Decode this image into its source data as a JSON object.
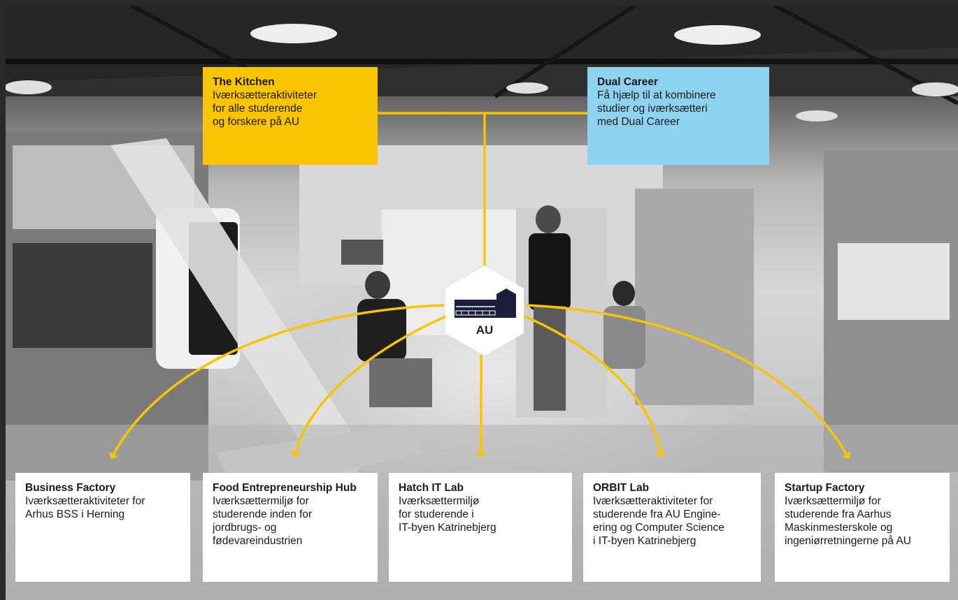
{
  "colors": {
    "yellow": "#f9c400",
    "blue": "#8dd3f0",
    "navy": "#1b1f3b"
  },
  "top_boxes": [
    {
      "title": "The Kitchen",
      "desc": "Iværksætteraktiviteter\nfor alle studerende\nog forskere på AU"
    },
    {
      "title": "Dual Career",
      "desc": "Få hjælp til at kombinere\nstudier og iværksætteri\nmed Dual Career"
    }
  ],
  "hub": {
    "label": "AU",
    "icon": "barn-building-icon"
  },
  "bottom_boxes": [
    {
      "title": "Business Factory",
      "desc": "Iværksætteraktiviteter for\nArhus BSS i Herning"
    },
    {
      "title": "Food Entrepreneurship Hub",
      "desc": "Iværksættermiljø for\nstuderende inden for\njordbrugs- og\nfødevareindustrien"
    },
    {
      "title": "Hatch IT Lab",
      "desc": "Iværksættermiljø\nfor studerende i\nIT-byen Katrinebjerg"
    },
    {
      "title": "ORBIT Lab",
      "desc": "Iværksætteraktiviteter for\nstuderende fra AU Engine-\nering og Computer Science\ni IT-byen Katrinebjerg"
    },
    {
      "title": "Startup Factory",
      "desc": "Iværksættermiljø for\nstuderende fra Aarhus\nMaskinmesterskole og\ningeniørretningerne på AU"
    }
  ]
}
